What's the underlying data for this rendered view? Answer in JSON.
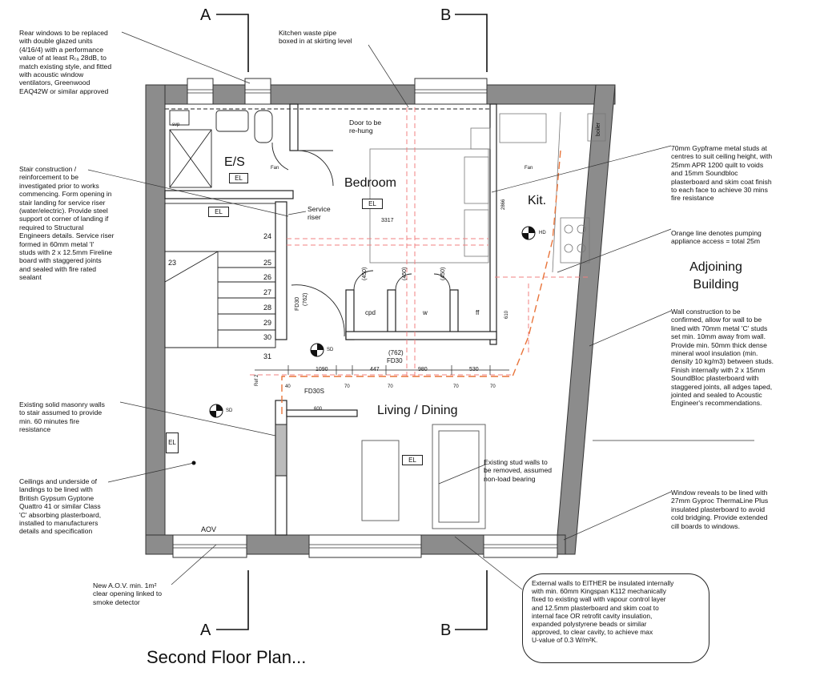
{
  "title": "Second Floor Plan...",
  "section_markers": {
    "a_top": "A",
    "b_top": "B",
    "a_bottom": "A",
    "b_bottom": "B"
  },
  "rooms": {
    "en_suite": "E/S",
    "bedroom": "Bedroom",
    "kitchen": "Kit.",
    "living": "Living / Dining",
    "adjoining": "Adjoining Building"
  },
  "labels": {
    "el": "EL",
    "cpd": "cpd",
    "w": "w",
    "ff": "ff",
    "boiler": "boiler",
    "aov": "AOV",
    "sd": "SD",
    "hd": "HD",
    "fan": "Fan",
    "svp": "svp",
    "fd30": "FD30",
    "fd30s": "FD30S",
    "d762": "(762)",
    "d450": "(450)",
    "dim_3317": "3317",
    "dim_2866": "2866",
    "dim_1090": "1090",
    "dim_447": "447",
    "dim_980": "980",
    "dim_530": "530",
    "dim_70": "70",
    "dim_40": "40",
    "dim_610": "610",
    "dim_600": "600",
    "ref_2": "Ref 2",
    "stairs": [
      "23",
      "24",
      "25",
      "26",
      "27",
      "28",
      "29",
      "30",
      "31"
    ]
  },
  "notes": {
    "rear_windows": "Rear windows to be replaced\nwith double glazed units\n(4/16/4)  with a performance\nvalue of at least Rₜₐ 28dB, to\nmatch existing style, and fitted\nwith acoustic window\nventilators, Greenwood\nEAQ42W or similar approved",
    "kitchen_waste": "Kitchen waste pipe\nboxed in at skirting level",
    "door_rehung": "Door to be\nre-hung",
    "stair": "Stair construction /\nreinforcement to be\ninvestigated prior to works\ncommencing. Form opening in\nstair landing for service riser\n(water/electric). Provide steel\nsupport ot corner of landing if\nrequired to Structural\nEngineers details. Service riser\nformed in 60mm metal 'I'\nstuds with 2 x 12.5mm Fireline\nboard with staggered joints\nand sealed with fire rated\nsealant",
    "service_riser": "Service\nriser",
    "gypframe": "70mm Gypframe metal studs at\ncentres to suit ceiling height, with\n25mm APR 1200 quilt to voids\nand 15mm Soundbloc\nplasterboard and skim coat finish\nto each face to achieve 30 mins\nfire resistance",
    "orange_line": "Orange line denotes pumping\nappliance access = total 25m",
    "wall_construction": "Wall construction to be\nconfirmed, allow for wall to be\nlined with 70mm metal 'C' studs\nset min. 10mm away from wall.\nProvide min. 50mm thick dense\nmineral wool insulation (min.\ndensity 10 kg/m3) between studs.\nFinish internally with 2 x 15mm\nSoundBloc plasterboard with\nstaggered joints, all adges taped,\njointed and sealed to Acoustic\nEngineer's recommendations.",
    "masonry": "Existing solid masonry walls\nto stair assumed to provide\nmin. 60 minutes fire\nresistance",
    "stud_walls": "Existing stud walls to\nbe removed, assumed\nnon-load bearing",
    "ceilings": "Ceilings and underside of\nlandings to be lined with\nBritish Gypsum Gyptone\nQuattro 41 or similar Class\n'C' absorbing plasterboard,\ninstalled to manufacturers\ndetails and specification",
    "window_reveals": "Window reveals to be lined with\n27mm Gyproc ThermaLine Plus\ninsulated plasterboard to avoid\ncold bridging. Provide extended\ncill boards to windows.",
    "aov_note": "New A.O.V. min. 1m²\nclear opening linked to\nsmoke detector",
    "external_walls": "External walls to EITHER be insulated internally\nwith min. 60mm Kingspan K112  mechanically\nfixed to existing wall with vapour control layer\nand 12.5mm plasterboard  and skim coat to\ninternal face OR retrofit cavity insulation,\nexpanded polystyrene beads or similar\napproved, to clear cavity, to achieve max\nU-value of 0.3 W/m²K."
  },
  "colors": {
    "wall": "#8c8c8c",
    "line": "#222222",
    "fire_route": "#e8743a",
    "pink_dash": "#f08080"
  }
}
